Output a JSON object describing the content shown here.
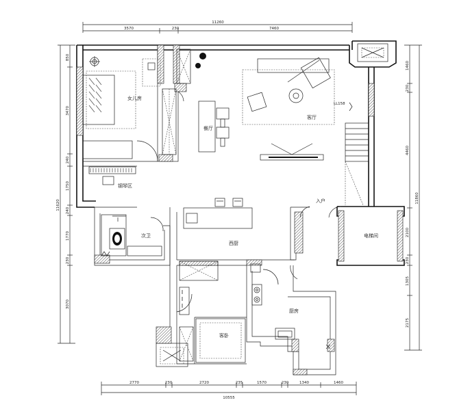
{
  "dimensions": {
    "top_total": "11260",
    "top_segments": [
      "3570",
      "230",
      "7460"
    ],
    "bottom_total": "10555",
    "bottom_segments": [
      "2770",
      "230",
      "2720",
      "235",
      "1570",
      "230",
      "1340",
      "1460"
    ],
    "left_total": "11620",
    "left_segments": [
      "850",
      "3470",
      "240",
      "1750",
      "240",
      "1770",
      "230",
      "3070"
    ],
    "right_total": "11860",
    "right_segments": [
      "1460",
      "230",
      "4460",
      "2100",
      "230",
      "1305",
      "2175"
    ]
  },
  "rooms": {
    "daughter_room": "女儿房",
    "piano_area": "钢琴区",
    "dining": "餐厅",
    "living": "客厅",
    "entrance": "入户",
    "second_bath": "次卫",
    "western_kitchen": "西厨",
    "elevator_hall": "电梯间",
    "kitchen": "厨房",
    "guest_bedroom": "客卧"
  },
  "annotations": {
    "living_level": "LL158"
  }
}
